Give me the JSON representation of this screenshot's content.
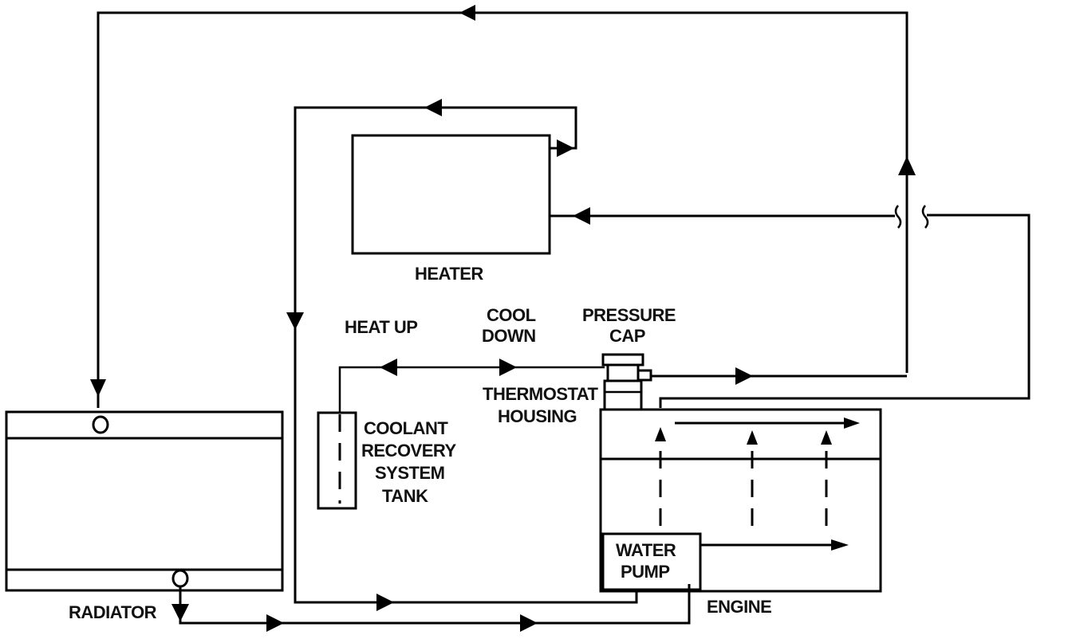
{
  "labels": {
    "heater": "HEATER",
    "heat_up": "HEAT UP",
    "cool_down_1": "COOL",
    "cool_down_2": "DOWN",
    "pressure_cap_1": "PRESSURE",
    "pressure_cap_2": "CAP",
    "thermostat_1": "THERMOSTAT",
    "thermostat_2": "HOUSING",
    "coolant_1": "COOLANT",
    "coolant_2": "RECOVERY",
    "coolant_3": "SYSTEM",
    "coolant_4": "TANK",
    "water_pump_1": "WATER",
    "water_pump_2": "PUMP",
    "engine": "ENGINE",
    "radiator": "RADIATOR"
  }
}
